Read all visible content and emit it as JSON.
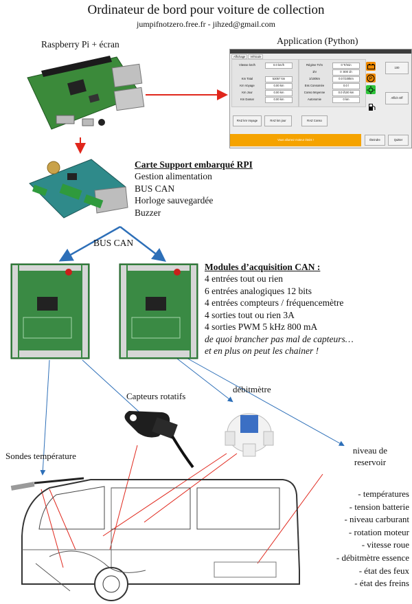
{
  "header": {
    "title": "Ordinateur de bord pour voiture de collection",
    "subtitle": "jumpifnotzero.free.fr - jihzed@gmail.com"
  },
  "labels": {
    "raspberry": "Raspberry Pi + écran",
    "application": "Application (Python)",
    "bus_can": "BUS CAN",
    "capteurs_rotatifs": "Capteurs rotatifs",
    "debitmetre": "débitmètre",
    "sondes": "Sondes température",
    "niveau_1": "niveau de",
    "niveau_2": "reservoir"
  },
  "carte_support": {
    "heading": "Carte Support embarqué RPI",
    "lines": [
      "Gestion alimentation",
      "BUS CAN",
      "Horloge sauvegardée",
      "Buzzer"
    ]
  },
  "modules": {
    "heading": "Modules d’acquisition CAN :",
    "lines": [
      "4 entrées tout ou rien",
      "6 entrées analogiques 12 bits",
      "4 entrées compteurs / fréquencemètre",
      "4 sorties tout ou rien 3A",
      "4 sorties PWM 5 kHz 800 mA"
    ],
    "italic_lines": [
      "de quoi brancher pas mal de capteurs…",
      "et en plus on peut les chainer !"
    ]
  },
  "features": [
    "- températures",
    "- tension batterie",
    "- niveau carburant",
    "- rotation moteur",
    "- vitesse roue",
    "- débitmètre essence",
    "- état des feux",
    "- état des freins"
  ],
  "app_window": {
    "tabs": [
      "Affichage",
      "Véhicule"
    ],
    "left_rows": [
      {
        "label": "Vitesse km/h",
        "value": "0.0 km/h"
      },
      {
        "label": "Km Total",
        "value": "53057 km"
      },
      {
        "label": "Km Voyage",
        "value": "0.00 km"
      },
      {
        "label": "Km Jour",
        "value": "0.00 km"
      },
      {
        "label": "Km Damar",
        "value": "0.00 km"
      }
    ],
    "right_rows": [
      {
        "label": "Régime Tr/m",
        "value": "0 Tr/min"
      },
      {
        "label": "1hr",
        "value": "0 :000 1h"
      },
      {
        "label": "1/100km",
        "value": "0.0 l/100km"
      },
      {
        "label": "Ess Consomée",
        "value": "0.0 l"
      },
      {
        "label": "Conso Moyenne",
        "value": "0.0 l/100 km"
      },
      {
        "label": "Autonomie",
        "value": "0 km"
      }
    ],
    "buttons": [
      "RAZ km Voyage",
      "RAZ km jour",
      "RAZ Conso"
    ],
    "side_buttons": [
      "100",
      "Affich Off"
    ],
    "bottom_buttons": [
      "Éteindre",
      "Quitter"
    ],
    "status": "Vous allumez moteur éteint !",
    "colors": {
      "battery": "#f08a00",
      "parking": "#f08a00",
      "lights": "#2ec43a",
      "status": "#f5a300"
    }
  },
  "colors": {
    "arrow_red": "#e0261b",
    "arrow_blue": "#2d6fb8",
    "pcb_green": "#2f7d3f"
  }
}
